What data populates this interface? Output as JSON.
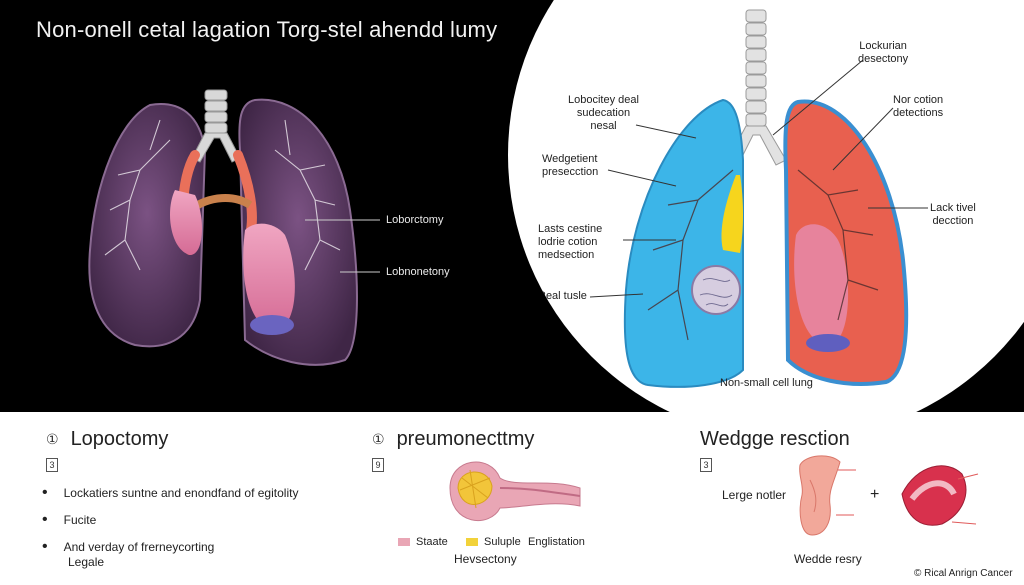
{
  "title": "Non-onell cetal lagation Torg-stel ahendd lumy",
  "left_panel": {
    "labels": [
      "Loborctomy",
      "Lobnonetony"
    ]
  },
  "right_panel": {
    "labels": {
      "lockurian": "Lockurian\ndesectony",
      "lobectey": "Lobocitey deal\nsudecation\nnesal",
      "non_cotion": "Nor cotion\ndetections",
      "wedgetient": "Wedgetient\npresecction",
      "lack_tivel": "Lack tivel\ndecction",
      "lasts_cestine": "Lasts cestine\nlodrie cotion\nmedsection",
      "real_tusle": "Real tusle"
    },
    "caption": "Non-small cell lung"
  },
  "bottom": {
    "col1": {
      "num": "①",
      "title": "Lopoctomy",
      "box": "3",
      "bullets": [
        "Lockatiers suntne and enondfand of egitolity",
        "Fucite",
        "And verday of frerneycorting"
      ],
      "footer": "Legale"
    },
    "col2": {
      "num": "①",
      "title": "preumonecttmy",
      "box": "9",
      "legend": [
        {
          "label": "Staate",
          "color": "#e9a6b5"
        },
        {
          "label": "Suluple",
          "color": "#f2d23a"
        },
        {
          "label": "Englistation",
          "color": "#ffffff"
        }
      ],
      "caption": "Hevsectony"
    },
    "col3": {
      "title": "Wedgge resction",
      "box": "3",
      "side_label": "Lerge notler",
      "plus": "+",
      "caption": "Wedde resry"
    },
    "copyright": "© Rical Anrign Cancer"
  },
  "colors": {
    "lung_purple": "#5a3a62",
    "lung_blue": "#3cb5e8",
    "lung_red": "#e8604f",
    "background_dark": "#000000"
  }
}
